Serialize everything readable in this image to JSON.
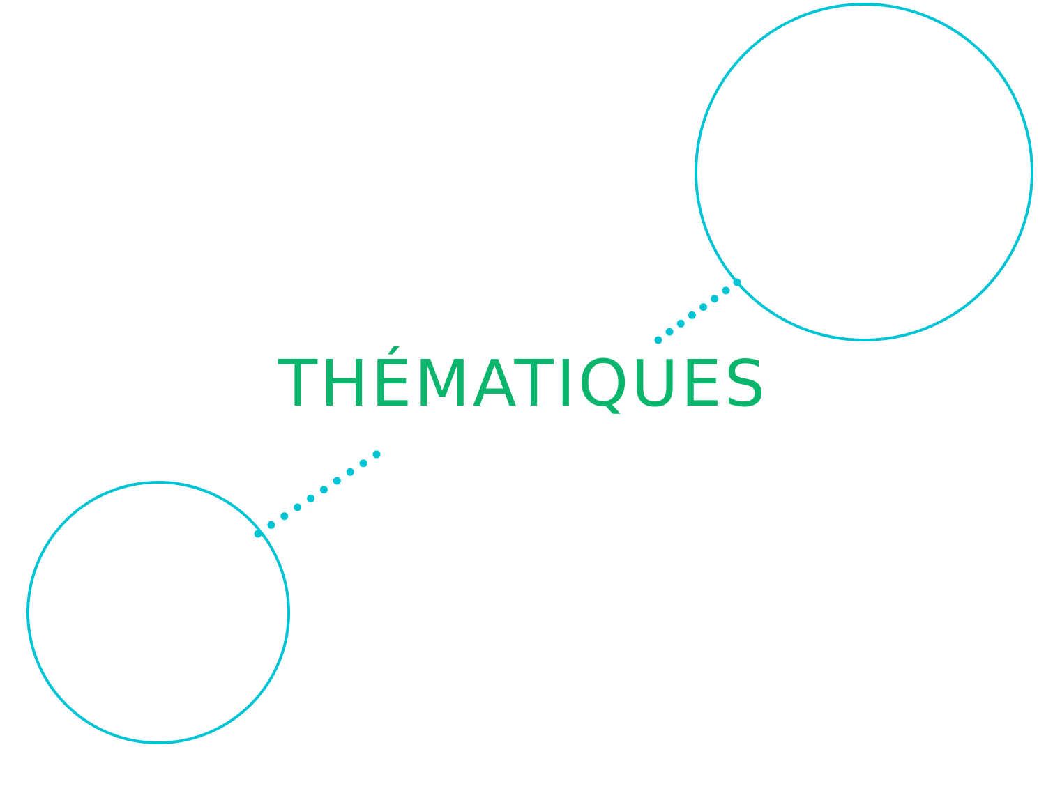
{
  "title": "THÉMATIQUES",
  "colors": {
    "title": "#0bb56b",
    "circle_stroke": "#00c4d4",
    "dots": "#00c4d4",
    "background": "#ffffff"
  },
  "nodes": [
    {
      "id": "large-circle",
      "label": ""
    },
    {
      "id": "small-circle",
      "label": ""
    }
  ]
}
